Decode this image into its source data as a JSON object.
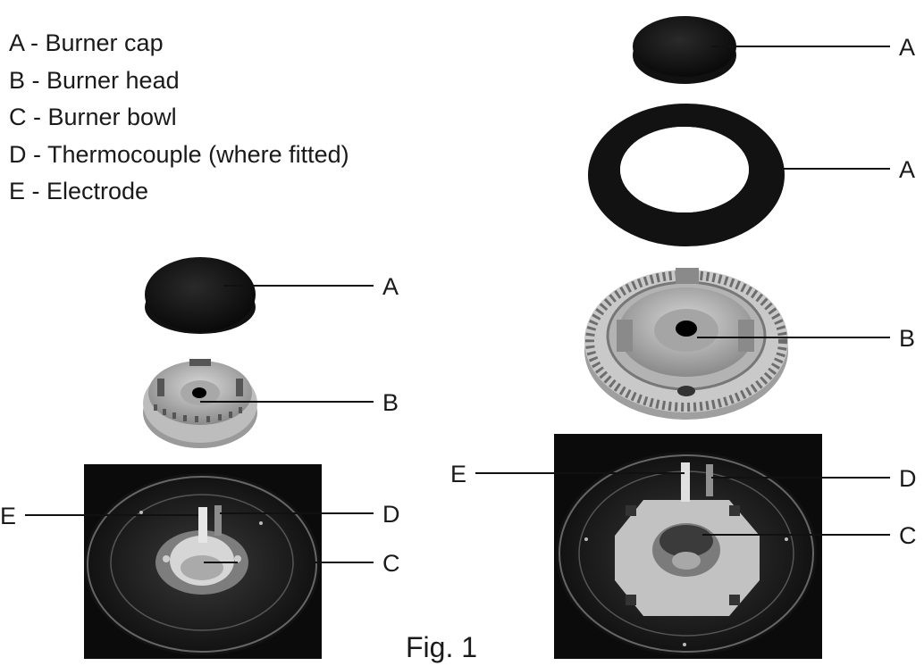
{
  "legend": [
    {
      "text": "A - Burner cap"
    },
    {
      "text": "B - Burner head"
    },
    {
      "text": "C - Burner bowl"
    },
    {
      "text": "D - Thermocouple (where fitted)"
    },
    {
      "text": "E - Electrode"
    }
  ],
  "labels": {
    "A": "A",
    "B": "B",
    "C": "C",
    "D": "D",
    "E": "E"
  },
  "caption": "Fig. 1"
}
